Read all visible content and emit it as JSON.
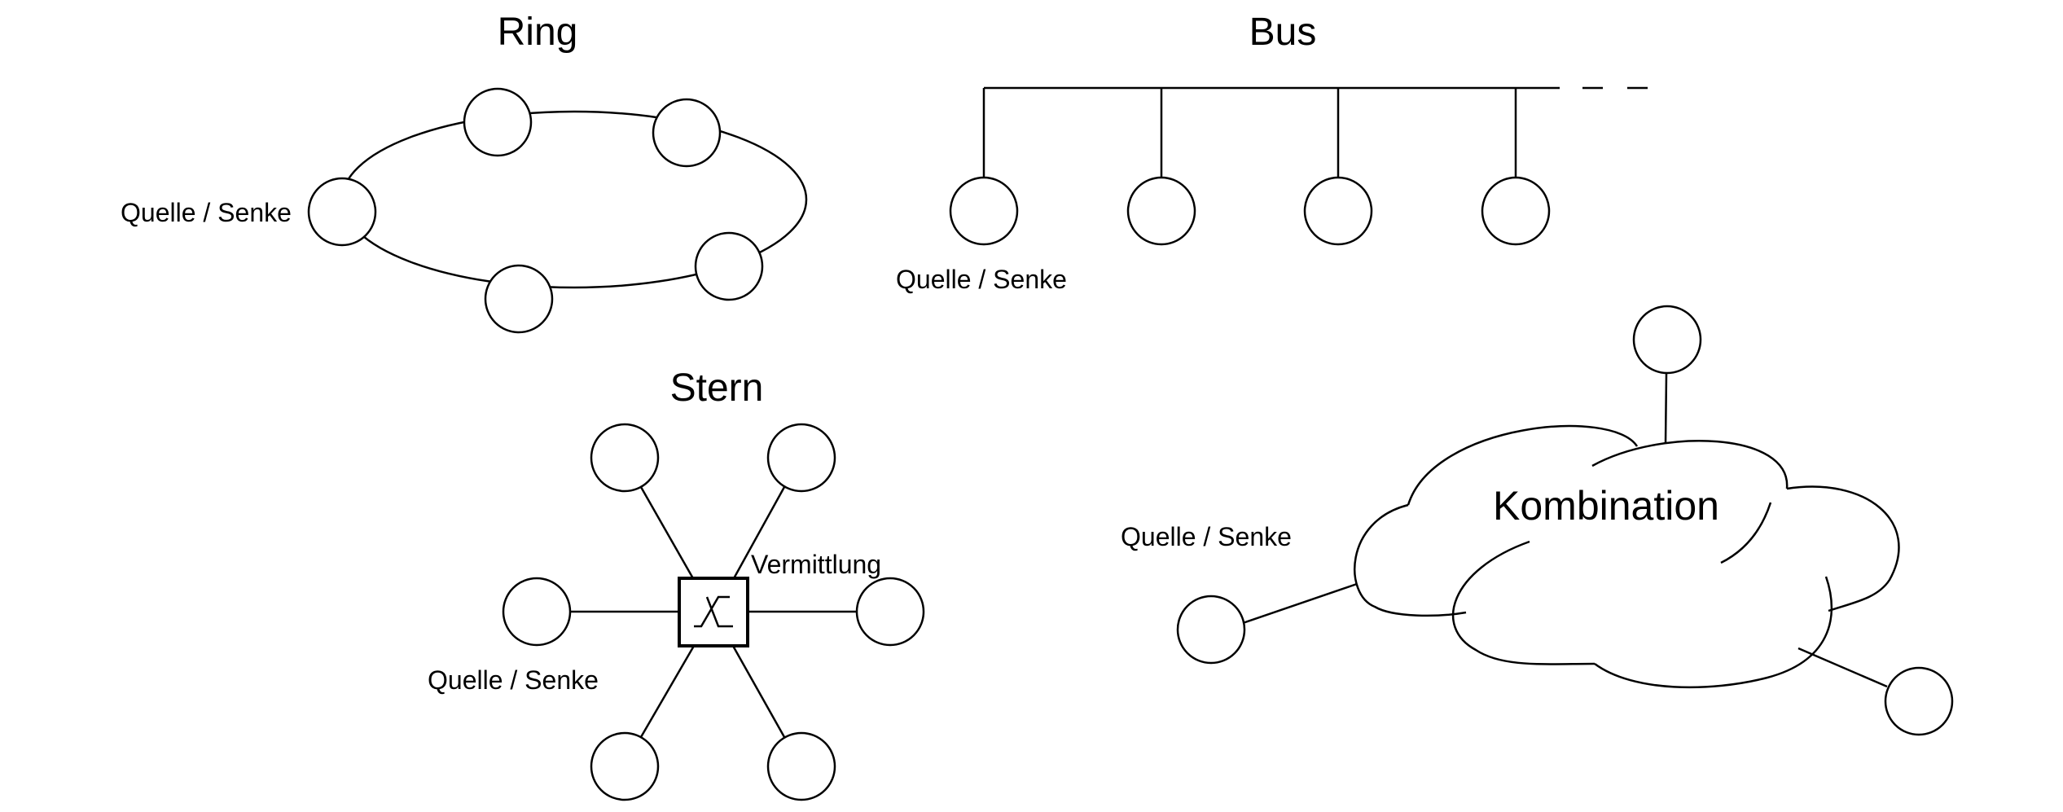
{
  "diagram": {
    "ring": {
      "title": "Ring",
      "node_label": "Quelle / Senke"
    },
    "bus": {
      "title": "Bus",
      "node_label": "Quelle / Senke"
    },
    "star": {
      "title": "Stern",
      "switch_label": "Vermittlung",
      "node_label": "Quelle / Senke"
    },
    "combination": {
      "title": "Kombination",
      "node_label": "Quelle / Senke"
    },
    "colors": {
      "stroke": "#000000",
      "background": "#ffffff"
    }
  }
}
